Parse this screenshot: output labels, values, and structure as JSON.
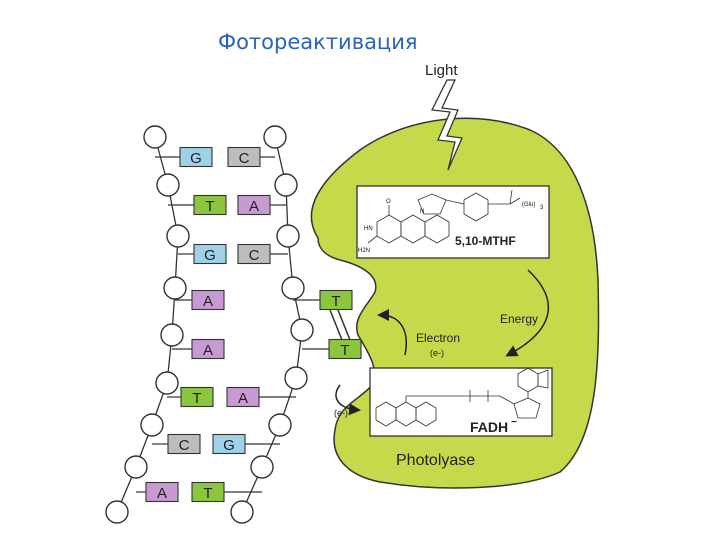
{
  "title": "Фотореактивация",
  "colors": {
    "title": "#2a63b8",
    "enzyme": "#c5d94a",
    "base_G": "#9fd2e6",
    "base_C": "#bdbdbd",
    "base_T": "#8cc63f",
    "base_A": "#c79bd2"
  },
  "labels": {
    "light": "Light",
    "energy": "Energy",
    "electron": "Electron",
    "electron_abbr": "(e-)",
    "electron_abbr_2": "(e-)",
    "mthf": "5,10-MTHF",
    "fadh": "FADH",
    "fadh_charge": "−",
    "photolyase": "Photolyase"
  },
  "chem_text": {
    "glu": "(Glu)",
    "glu_n": "3",
    "hn": "HN",
    "h2n": "H2N",
    "o": "O",
    "n": "N"
  },
  "base_pairs": [
    {
      "left": "G",
      "right": "C"
    },
    {
      "left": "T",
      "right": "A"
    },
    {
      "left": "G",
      "right": "C"
    },
    {
      "left": "A",
      "right": "T"
    },
    {
      "left": "A",
      "right": "T"
    },
    {
      "left": "T",
      "right": "A"
    },
    {
      "left": "C",
      "right": "G"
    },
    {
      "left": "A",
      "right": "T"
    }
  ]
}
